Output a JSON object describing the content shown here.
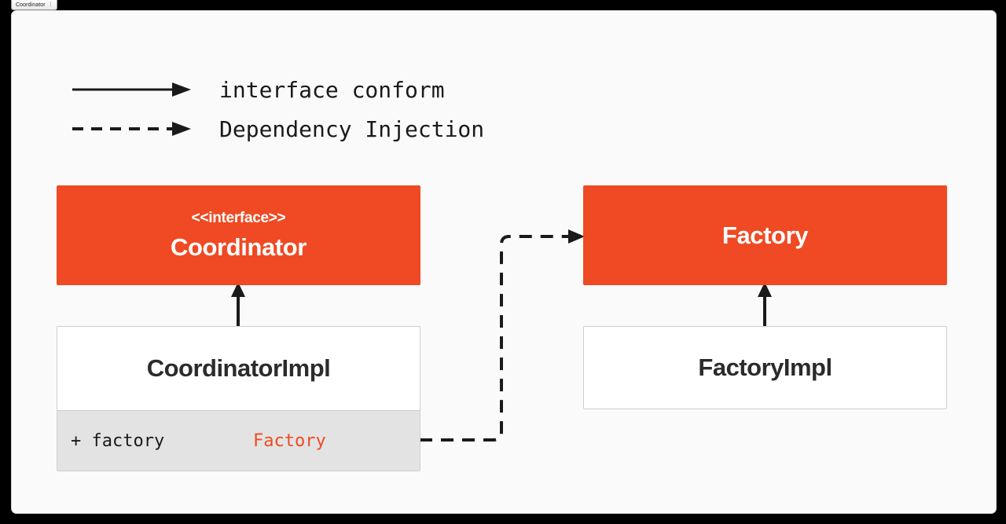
{
  "window": {
    "tab_label": "Coordinator",
    "tab_marker": "⋮"
  },
  "legend": {
    "items": [
      {
        "icon": "solid-arrow-icon",
        "label": "interface conform",
        "style": "solid"
      },
      {
        "icon": "dashed-arrow-icon",
        "label": "Dependency Injection",
        "style": "dashed"
      }
    ]
  },
  "colors": {
    "interface_fill": "#ef4a23",
    "interface_text": "#ffffff",
    "impl_fill": "#ffffff",
    "impl_border": "#cfcfcf",
    "attr_row_fill": "#e3e3e3",
    "attr_type_text": "#f04a23",
    "canvas_bg": "#fafafa",
    "frame_bg": "#000000",
    "connector": "#1a1a1a"
  },
  "diagram": {
    "type": "uml-class-diagram",
    "nodes": [
      {
        "id": "coordinator",
        "kind": "interface",
        "stereotype": "<<interface>>",
        "title": "Coordinator",
        "attributes": []
      },
      {
        "id": "coordinator-impl",
        "kind": "class",
        "title": "CoordinatorImpl",
        "attributes": [
          {
            "visibility": "+",
            "name": "factory",
            "type": "Factory"
          }
        ]
      },
      {
        "id": "factory",
        "kind": "interface",
        "stereotype": "",
        "title": "Factory",
        "attributes": []
      },
      {
        "id": "factory-impl",
        "kind": "class",
        "title": "FactoryImpl",
        "attributes": []
      }
    ],
    "edges": [
      {
        "from": "coordinator-impl",
        "to": "coordinator",
        "style": "solid",
        "relation": "interface conform"
      },
      {
        "from": "factory-impl",
        "to": "factory",
        "style": "solid",
        "relation": "interface conform"
      },
      {
        "from": "coordinator-impl.factory",
        "to": "factory",
        "style": "dashed",
        "relation": "Dependency Injection"
      }
    ]
  },
  "nodes_text": {
    "coordinator_stereotype": "<<interface>>",
    "coordinator_title": "Coordinator",
    "coordinator_impl_title": "CoordinatorImpl",
    "coordinator_impl_attr_name": "+ factory",
    "coordinator_impl_attr_type": "Factory",
    "factory_title": "Factory",
    "factory_impl_title": "FactoryImpl"
  }
}
